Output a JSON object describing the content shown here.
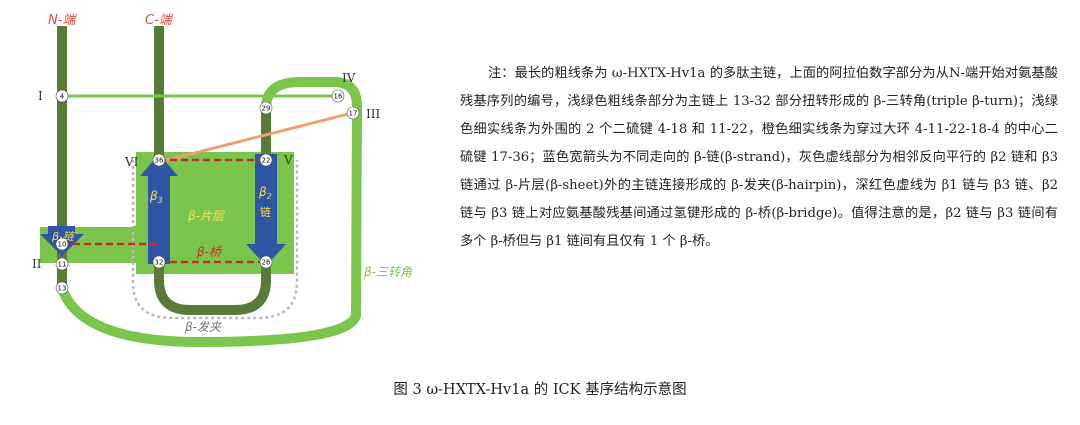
{
  "diagram": {
    "n_term": "N-端",
    "c_term": "C-端",
    "roman": [
      "I",
      "II",
      "III",
      "IV",
      "V",
      "VI"
    ],
    "residues": [
      "4",
      "10",
      "11",
      "13",
      "16",
      "17",
      "22",
      "26",
      "29",
      "32",
      "36"
    ],
    "beta1": "β-链",
    "beta2": "β",
    "beta2_sub": "2",
    "beta2_chain": "链",
    "beta3": "β",
    "beta3_sub": "3",
    "sheet": "β-片层",
    "bridge": "β-桥",
    "hairpin": "β-发夹",
    "triple_turn": "β-三转角",
    "colors": {
      "dark_green": "#5a7a3a",
      "light_green": "#7cc54c",
      "blue": "#2f55a4",
      "red_dash": "#c0302a",
      "orange": "#f0a070",
      "term_red": "#e84a3c"
    }
  },
  "note": "注：最长的粗线条为 ω-HXTX-Hv1a 的多肽主链，上面的阿拉伯数字部分为从N-端开始对氨基酸残基序列的编号，浅绿色粗线条部分为主链上 13-32 部分扭转形成的 β-三转角(triple β-turn)；浅绿色细实线条为外围的 2 个二硫键 4-18 和 11-22，橙色细实线条为穿过大环 4-11-22-18-4 的中心二硫键 17-36；蓝色宽箭头为不同走向的 β-链(β-strand)，灰色虚线部分为相邻反向平行的 β2 链和 β3 链通过 β-片层(β-sheet)外的主链连接形成的 β-发夹(β-hairpin)，深红色虚线为 β1 链与 β3 链、β2 链与 β3 链上对应氨基酸残基间通过氢键形成的 β-桥(β-bridge)。值得注意的是，β2 链与 β3 链间有多个 β-桥但与 β1 链间有且仅有 1 个 β-桥。",
  "caption": "图 3   ω-HXTX-Hv1a 的 ICK 基序结构示意图"
}
